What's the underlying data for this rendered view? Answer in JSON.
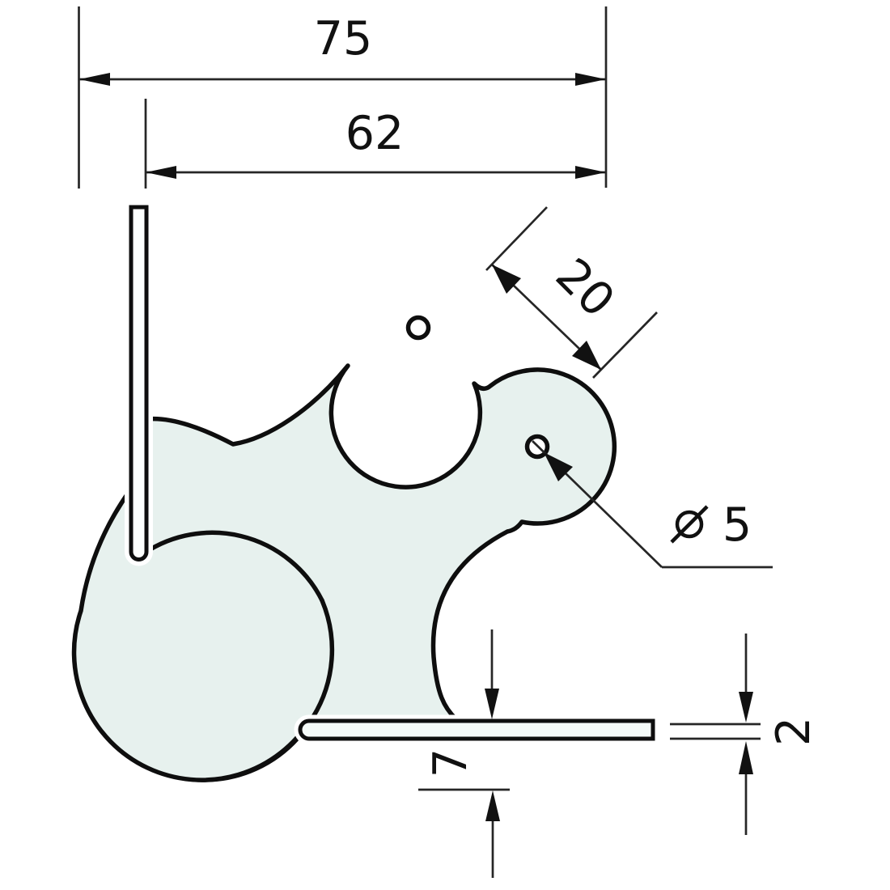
{
  "drawing": {
    "kind": "technical-dimension-drawing",
    "subject": "ball corner bracket, side view with edge-on flanges, two screw holes",
    "style": {
      "background": "#ffffff",
      "outline_color": "#0e0e0e",
      "dimension_line_color": "#262626",
      "part_fill": "#e7f1ee",
      "flange_fill": "#f4faf8",
      "hole_fill": "#ffffff"
    },
    "dimensions": {
      "overall_width": {
        "value": "75"
      },
      "inner_width": {
        "value": "62"
      },
      "tab_width": {
        "value": "20"
      },
      "hole_diameter": {
        "symbol": "⌀",
        "value": "5"
      },
      "material_thickness": {
        "value": "2"
      },
      "flange_offset": {
        "value": "7"
      }
    }
  }
}
